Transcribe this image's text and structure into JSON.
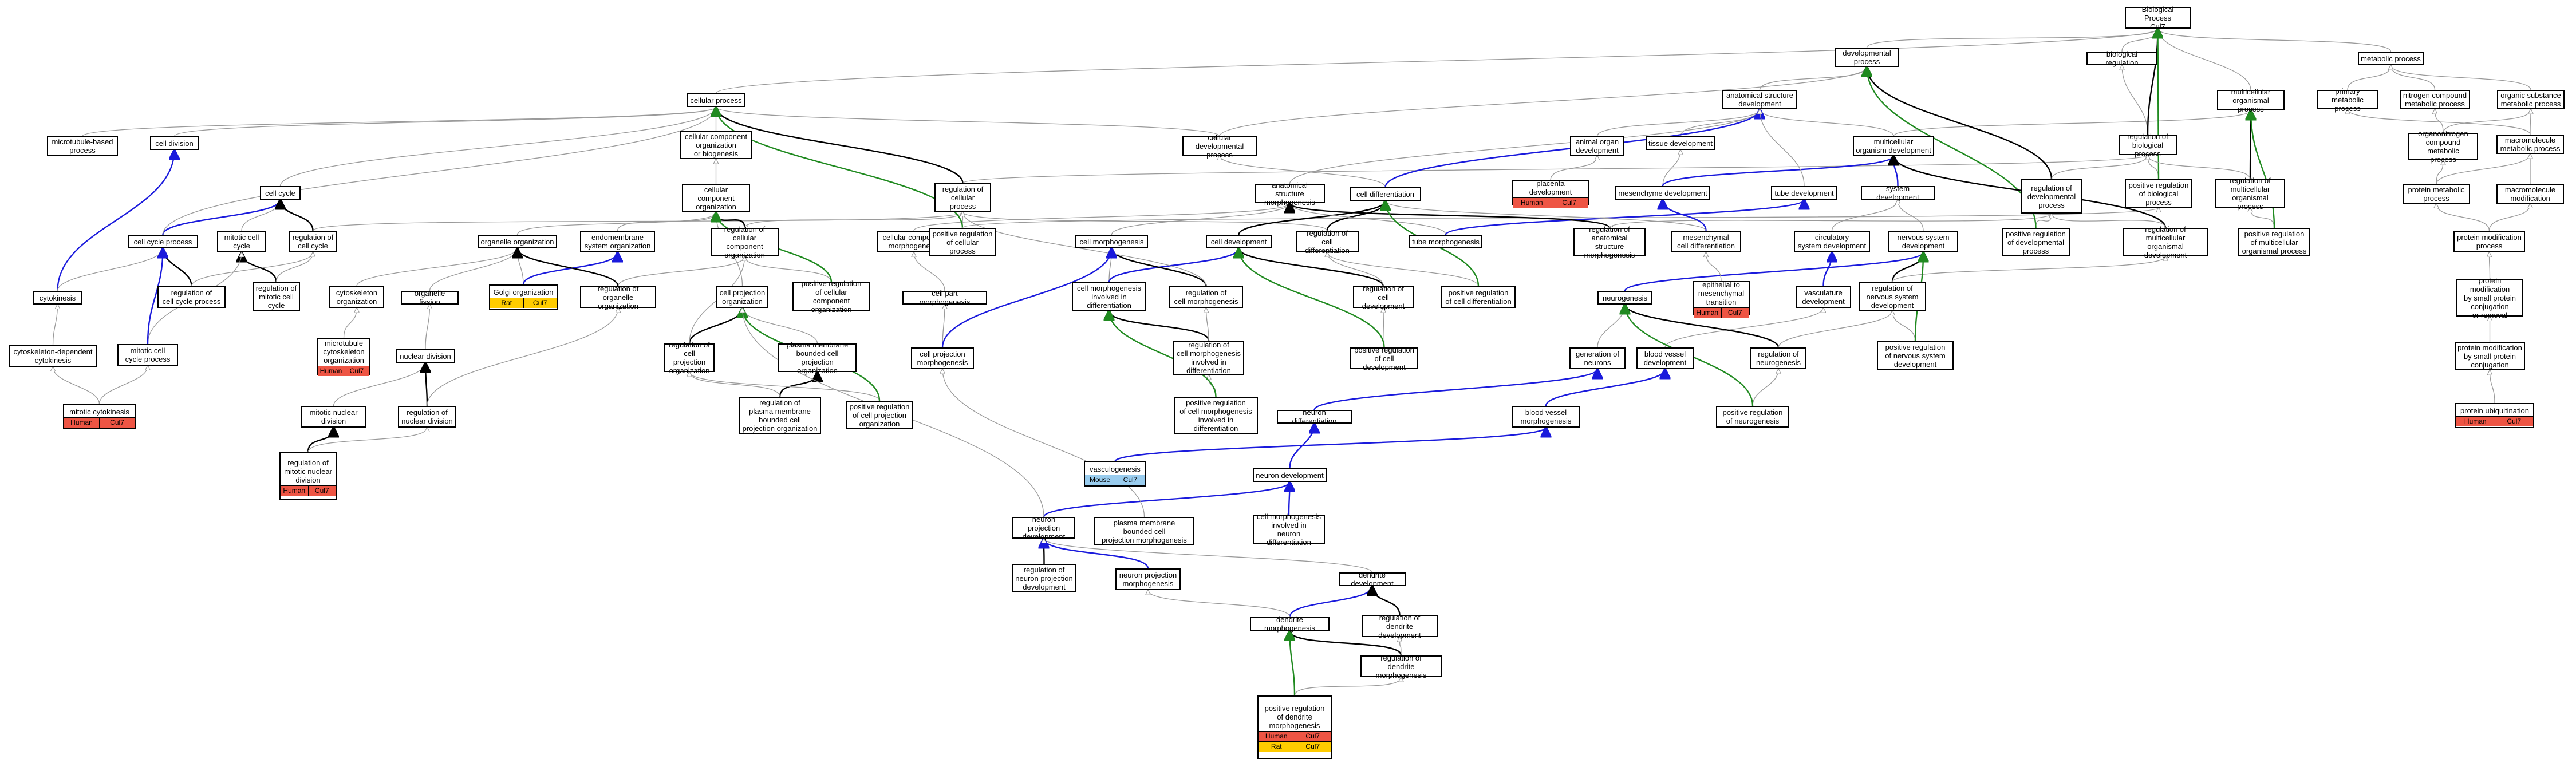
{
  "colors": {
    "edge_black": "#000000",
    "edge_gray": "#9a9a9a",
    "edge_blue": "#1a1adc",
    "edge_green": "#208a20",
    "species_red": "#ee5544",
    "species_gold": "#ffcc00",
    "species_blue": "#99ccee"
  },
  "nodes": [
    {
      "id": "bp",
      "label": "Biological Process\nCul7"
    },
    {
      "id": "devp",
      "label": "developmental\nprocess"
    },
    {
      "id": "cp",
      "label": "cellular process"
    },
    {
      "id": "breg",
      "label": "biological regulation"
    },
    {
      "id": "metp",
      "label": "metabolic process"
    },
    {
      "id": "mtbp",
      "label": "microtubule-based\nprocess"
    },
    {
      "id": "cdiv",
      "label": "cell division"
    },
    {
      "id": "ccobg",
      "label": "cellular component\norganization\nor biogenesis"
    },
    {
      "id": "asd",
      "label": "anatomical structure\ndevelopment"
    },
    {
      "id": "mop",
      "label": "multicellular\norganismal process"
    },
    {
      "id": "pmp",
      "label": "primary metabolic\nprocess"
    },
    {
      "id": "ncmp",
      "label": "nitrogen compound\nmetabolic process"
    },
    {
      "id": "osmp",
      "label": "organic substance\nmetabolic process"
    },
    {
      "id": "cdp",
      "label": "cellular developmental\nprocess"
    },
    {
      "id": "aod",
      "label": "animal organ\ndevelopment"
    },
    {
      "id": "tissd",
      "label": "tissue development"
    },
    {
      "id": "mod",
      "label": "multicellular\norganism development"
    },
    {
      "id": "rbp",
      "label": "regulation of\nbiological process"
    },
    {
      "id": "oncmp",
      "label": "organonitrogen\ncompound metabolic\nprocess"
    },
    {
      "id": "mmp",
      "label": "macromolecule\nmetabolic process"
    },
    {
      "id": "ccyc",
      "label": "cell cycle"
    },
    {
      "id": "cco",
      "label": "cellular component\norganization"
    },
    {
      "id": "rcp",
      "label": "regulation of\ncellular process"
    },
    {
      "id": "asm",
      "label": "anatomical structure\nmorphogenesis"
    },
    {
      "id": "cdiff",
      "label": "cell differentiation"
    },
    {
      "id": "pld",
      "label": "placenta development",
      "tags": [
        [
          "Human",
          "red"
        ],
        [
          "Cul7",
          "red"
        ]
      ]
    },
    {
      "id": "mesd",
      "label": "mesenchyme development"
    },
    {
      "id": "tubd",
      "label": "tube development"
    },
    {
      "id": "sysd",
      "label": "system development"
    },
    {
      "id": "rdp",
      "label": "regulation of\ndevelopmental\nprocess"
    },
    {
      "id": "prbp",
      "label": "positive regulation\nof biological\nprocess"
    },
    {
      "id": "rmop",
      "label": "regulation of\nmulticellular\norganismal process"
    },
    {
      "id": "protmp",
      "label": "protein metabolic\nprocess"
    },
    {
      "id": "macmod",
      "label": "macromolecule\nmodification"
    },
    {
      "id": "ccp",
      "label": "cell cycle process"
    },
    {
      "id": "mcc",
      "label": "mitotic cell\ncycle"
    },
    {
      "id": "rcc",
      "label": "regulation of\ncell cycle"
    },
    {
      "id": "orgo",
      "label": "organelle organization"
    },
    {
      "id": "endo",
      "label": "endomembrane\nsystem organization"
    },
    {
      "id": "rcco",
      "label": "regulation of\ncellular component\norganization"
    },
    {
      "id": "ccm",
      "label": "cellular component\nmorphogenesis"
    },
    {
      "id": "prcp",
      "label": "positive regulation\nof cellular\nprocess"
    },
    {
      "id": "cmorph",
      "label": "cell morphogenesis"
    },
    {
      "id": "cdev",
      "label": "cell development"
    },
    {
      "id": "rcd",
      "label": "regulation of\ncell differentiation"
    },
    {
      "id": "tubm",
      "label": "tube morphogenesis"
    },
    {
      "id": "rasm",
      "label": "regulation of\nanatomical structure\nmorphogenesis"
    },
    {
      "id": "mescd",
      "label": "mesenchymal\ncell differentiation"
    },
    {
      "id": "csd",
      "label": "circulatory\nsystem development"
    },
    {
      "id": "nsd",
      "label": "nervous system\ndevelopment"
    },
    {
      "id": "prdp",
      "label": "positive regulation\nof developmental\nprocess"
    },
    {
      "id": "rmod",
      "label": "regulation of\nmulticellular\norganismal development"
    },
    {
      "id": "prmop",
      "label": "positive regulation\nof multicellular\norganismal process"
    },
    {
      "id": "protmod",
      "label": "protein modification\nprocess"
    },
    {
      "id": "cytok",
      "label": "cytokinesis"
    },
    {
      "id": "rccp",
      "label": "regulation of\ncell cycle process"
    },
    {
      "id": "rmcc",
      "label": "regulation of\nmitotic cell\ncycle"
    },
    {
      "id": "cytoo",
      "label": "cytoskeleton\norganization"
    },
    {
      "id": "golgi",
      "label": "Golgi organization",
      "tags": [
        [
          "Rat",
          "gold"
        ],
        [
          "Cul7",
          "gold"
        ]
      ]
    },
    {
      "id": "ofis",
      "label": "organelle fission"
    },
    {
      "id": "roo",
      "label": "regulation of\norganelle organization"
    },
    {
      "id": "cpo",
      "label": "cell projection\norganization"
    },
    {
      "id": "prcco",
      "label": "positive regulation\nof cellular\ncomponent organization"
    },
    {
      "id": "cpm",
      "label": "cell part morphogenesis"
    },
    {
      "id": "cmid",
      "label": "cell morphogenesis\ninvolved in\ndifferentiation"
    },
    {
      "id": "rcm",
      "label": "regulation of\ncell morphogenesis"
    },
    {
      "id": "rcdev",
      "label": "regulation of\ncell development"
    },
    {
      "id": "prcd",
      "label": "positive regulation\nof cell differentiation"
    },
    {
      "id": "neurog",
      "label": "neurogenesis"
    },
    {
      "id": "emt",
      "label": "epithelial to\nmesenchymal\ntransition",
      "tags": [
        [
          "Human",
          "red"
        ],
        [
          "Cul7",
          "red"
        ]
      ]
    },
    {
      "id": "vascd",
      "label": "vasculature\ndevelopment"
    },
    {
      "id": "rnsd",
      "label": "regulation of\nnervous system\ndevelopment"
    },
    {
      "id": "prnsd",
      "label": "positive regulation\nof nervous system\ndevelopment"
    },
    {
      "id": "pmspc",
      "label": "protein modification\nby small protein\nconjugation\nor removal"
    },
    {
      "id": "cdc",
      "label": "cytoskeleton-dependent\ncytokinesis"
    },
    {
      "id": "mcpr",
      "label": "mitotic cell\ncycle process"
    },
    {
      "id": "mco",
      "label": "microtubule\ncytoskeleton\norganization",
      "tags": [
        [
          "Human",
          "red"
        ],
        [
          "Cul7",
          "red"
        ]
      ]
    },
    {
      "id": "ndiv",
      "label": "nuclear division"
    },
    {
      "id": "rcpo",
      "label": "regulation of\ncell projection\norganization"
    },
    {
      "id": "pmbcpo",
      "label": "plasma membrane\nbounded cell\nprojection organization"
    },
    {
      "id": "cpmorph",
      "label": "cell projection\nmorphogenesis"
    },
    {
      "id": "rcmid",
      "label": "regulation of\ncell morphogenesis\ninvolved in\ndifferentiation"
    },
    {
      "id": "prcdev",
      "label": "positive regulation\nof cell development"
    },
    {
      "id": "genn",
      "label": "generation of\nneurons"
    },
    {
      "id": "bvd",
      "label": "blood vessel\ndevelopment"
    },
    {
      "id": "rneurog",
      "label": "regulation of\nneurogenesis"
    },
    {
      "id": "pmspconj",
      "label": "protein modification\nby small protein\nconjugation"
    },
    {
      "id": "mcyto",
      "label": "mitotic cytokinesis",
      "tags": [
        [
          "Human",
          "red"
        ],
        [
          "Cul7",
          "red"
        ]
      ]
    },
    {
      "id": "mnd",
      "label": "mitotic nuclear\ndivision"
    },
    {
      "id": "rnd",
      "label": "regulation of\nnuclear division"
    },
    {
      "id": "rpmbcpo",
      "label": "regulation of\nplasma membrane\nbounded cell\nprojection organization"
    },
    {
      "id": "prcpo",
      "label": "positive regulation\nof cell projection\norganization"
    },
    {
      "id": "prcmid",
      "label": "positive regulation\nof cell morphogenesis\ninvolved in\ndifferentiation"
    },
    {
      "id": "ndiff",
      "label": "neuron differentiation"
    },
    {
      "id": "bvm",
      "label": "blood vessel\nmorphogenesis"
    },
    {
      "id": "prneurog",
      "label": "positive regulation\nof neurogenesis"
    },
    {
      "id": "pubiq",
      "label": "protein ubiquitination",
      "tags": [
        [
          "Human",
          "red"
        ],
        [
          "Cul7",
          "red"
        ]
      ]
    },
    {
      "id": "vascg",
      "label": "vasculogenesis",
      "tags": [
        [
          "Mouse",
          "blue"
        ],
        [
          "Cul7",
          "blue"
        ]
      ]
    },
    {
      "id": "rmnd",
      "label": "regulation of\nmitotic nuclear\ndivision",
      "tags": [
        [
          "Human",
          "red"
        ],
        [
          "Cul7",
          "red"
        ]
      ]
    },
    {
      "id": "ndev",
      "label": "neuron development"
    },
    {
      "id": "npd",
      "label": "neuron projection\ndevelopment"
    },
    {
      "id": "pmbcpm",
      "label": "plasma membrane\nbounded cell\nprojection morphogenesis"
    },
    {
      "id": "cmind",
      "label": "cell morphogenesis\ninvolved in\nneuron differentiation"
    },
    {
      "id": "rnpd",
      "label": "regulation of\nneuron projection\ndevelopment"
    },
    {
      "id": "npm",
      "label": "neuron projection\nmorphogenesis"
    },
    {
      "id": "dd",
      "label": "dendrite development"
    },
    {
      "id": "dm",
      "label": "dendrite morphogenesis"
    },
    {
      "id": "rdd",
      "label": "regulation of\ndendrite development"
    },
    {
      "id": "rdm",
      "label": "regulation of\ndendrite morphogenesis"
    },
    {
      "id": "prdm",
      "label": "positive regulation\nof dendrite\nmorphogenesis",
      "tags": [
        [
          "Human",
          "red"
        ],
        [
          "Cul7",
          "red"
        ],
        [
          "Rat",
          "gold"
        ],
        [
          "Cul7",
          "gold"
        ]
      ]
    }
  ],
  "edges": [
    [
      "devp",
      "bp",
      "gray"
    ],
    [
      "cp",
      "bp",
      "gray"
    ],
    [
      "breg",
      "bp",
      "gray"
    ],
    [
      "metp",
      "bp",
      "gray"
    ],
    [
      "mtbp",
      "cp",
      "gray"
    ],
    [
      "cdiv",
      "cp",
      "gray"
    ],
    [
      "ccobg",
      "cp",
      "gray"
    ],
    [
      "cdp",
      "cp",
      "gray"
    ],
    [
      "cdp",
      "devp",
      "gray"
    ],
    [
      "asd",
      "devp",
      "gray"
    ],
    [
      "mop",
      "bp",
      "gray"
    ],
    [
      "pmp",
      "metp",
      "gray"
    ],
    [
      "ncmp",
      "metp",
      "gray"
    ],
    [
      "osmp",
      "metp",
      "gray"
    ],
    [
      "aod",
      "asd",
      "gray"
    ],
    [
      "tissd",
      "asd",
      "gray"
    ],
    [
      "mod",
      "mop",
      "gray"
    ],
    [
      "mod",
      "asd",
      "gray"
    ],
    [
      "rbp",
      "breg",
      "gray"
    ],
    [
      "rbp",
      "bp",
      "black"
    ],
    [
      "oncmp",
      "ncmp",
      "gray"
    ],
    [
      "oncmp",
      "osmp",
      "gray"
    ],
    [
      "mmp",
      "osmp",
      "gray"
    ],
    [
      "mmp",
      "pmp",
      "gray"
    ],
    [
      "ccyc",
      "cp",
      "gray"
    ],
    [
      "cco",
      "ccobg",
      "gray"
    ],
    [
      "rcp",
      "cp",
      "black"
    ],
    [
      "rcp",
      "rbp",
      "gray"
    ],
    [
      "asm",
      "asd",
      "gray"
    ],
    [
      "cdiff",
      "cdp",
      "gray"
    ],
    [
      "cdiff",
      "asd",
      "blue"
    ],
    [
      "pld",
      "aod",
      "gray"
    ],
    [
      "mesd",
      "tissd",
      "gray"
    ],
    [
      "mesd",
      "mod",
      "blue"
    ],
    [
      "tubd",
      "asd",
      "gray"
    ],
    [
      "sysd",
      "mod",
      "blue"
    ],
    [
      "rdp",
      "devp",
      "black"
    ],
    [
      "rdp",
      "rbp",
      "gray"
    ],
    [
      "prbp",
      "rbp",
      "gray"
    ],
    [
      "prbp",
      "bp",
      "green"
    ],
    [
      "rmop",
      "mop",
      "black"
    ],
    [
      "rmop",
      "rbp",
      "gray"
    ],
    [
      "protmp",
      "mmp",
      "gray"
    ],
    [
      "protmp",
      "oncmp",
      "gray"
    ],
    [
      "macmod",
      "mmp",
      "gray"
    ],
    [
      "ccp",
      "ccyc",
      "blue"
    ],
    [
      "ccp",
      "cp",
      "gray"
    ],
    [
      "mcc",
      "ccyc",
      "gray"
    ],
    [
      "rcc",
      "ccyc",
      "black"
    ],
    [
      "rcc",
      "rcp",
      "gray"
    ],
    [
      "orgo",
      "cco",
      "gray"
    ],
    [
      "endo",
      "cco",
      "gray"
    ],
    [
      "rcco",
      "cco",
      "black"
    ],
    [
      "rcco",
      "rcp",
      "gray"
    ],
    [
      "ccm",
      "asm",
      "gray"
    ],
    [
      "prcp",
      "rcp",
      "gray"
    ],
    [
      "prcp",
      "cp",
      "green"
    ],
    [
      "prcp",
      "prbp",
      "gray"
    ],
    [
      "cmorph",
      "asm",
      "gray"
    ],
    [
      "cdev",
      "cdiff",
      "black"
    ],
    [
      "rcd",
      "cdiff",
      "black"
    ],
    [
      "rcd",
      "rcp",
      "gray"
    ],
    [
      "tubm",
      "asm",
      "gray"
    ],
    [
      "tubm",
      "tubd",
      "blue"
    ],
    [
      "rasm",
      "asm",
      "black"
    ],
    [
      "rasm",
      "rdp",
      "gray"
    ],
    [
      "mescd",
      "mesd",
      "blue"
    ],
    [
      "mescd",
      "cdiff",
      "gray"
    ],
    [
      "csd",
      "sysd",
      "gray"
    ],
    [
      "nsd",
      "sysd",
      "gray"
    ],
    [
      "prdp",
      "rdp",
      "gray"
    ],
    [
      "prdp",
      "devp",
      "green"
    ],
    [
      "rmod",
      "mod",
      "black"
    ],
    [
      "rmod",
      "rdp",
      "gray"
    ],
    [
      "prmop",
      "rmop",
      "gray"
    ],
    [
      "prmop",
      "mop",
      "green"
    ],
    [
      "protmod",
      "macmod",
      "gray"
    ],
    [
      "protmod",
      "protmp",
      "gray"
    ],
    [
      "cytok",
      "cdiv",
      "blue"
    ],
    [
      "cytok",
      "ccp",
      "gray"
    ],
    [
      "rccp",
      "ccp",
      "black"
    ],
    [
      "rccp",
      "rcc",
      "gray"
    ],
    [
      "rmcc",
      "mcc",
      "black"
    ],
    [
      "rmcc",
      "rcc",
      "gray"
    ],
    [
      "cytoo",
      "orgo",
      "gray"
    ],
    [
      "golgi",
      "orgo",
      "gray"
    ],
    [
      "golgi",
      "endo",
      "blue"
    ],
    [
      "ofis",
      "orgo",
      "gray"
    ],
    [
      "roo",
      "orgo",
      "black"
    ],
    [
      "roo",
      "rcco",
      "gray"
    ],
    [
      "cpo",
      "cco",
      "gray"
    ],
    [
      "prcco",
      "rcco",
      "gray"
    ],
    [
      "prcco",
      "cco",
      "green"
    ],
    [
      "cpm",
      "ccm",
      "gray"
    ],
    [
      "cmid",
      "cmorph",
      "gray"
    ],
    [
      "cmid",
      "cdev",
      "blue"
    ],
    [
      "rcm",
      "cmorph",
      "black"
    ],
    [
      "rcm",
      "rcp",
      "gray"
    ],
    [
      "rcdev",
      "cdev",
      "black"
    ],
    [
      "rcdev",
      "rcd",
      "gray"
    ],
    [
      "prcd",
      "rcd",
      "gray"
    ],
    [
      "prcd",
      "cdiff",
      "green"
    ],
    [
      "neurog",
      "nsd",
      "blue"
    ],
    [
      "emt",
      "mescd",
      "gray"
    ],
    [
      "vascd",
      "csd",
      "blue"
    ],
    [
      "rnsd",
      "nsd",
      "black"
    ],
    [
      "rnsd",
      "rmod",
      "gray"
    ],
    [
      "prnsd",
      "rnsd",
      "gray"
    ],
    [
      "prnsd",
      "nsd",
      "green"
    ],
    [
      "pmspc",
      "protmod",
      "gray"
    ],
    [
      "cdc",
      "cytok",
      "gray"
    ],
    [
      "mcpr",
      "mcc",
      "gray"
    ],
    [
      "mcpr",
      "ccp",
      "blue"
    ],
    [
      "mco",
      "cytoo",
      "gray"
    ],
    [
      "ndiv",
      "ofis",
      "gray"
    ],
    [
      "rcpo",
      "cpo",
      "black"
    ],
    [
      "rcpo",
      "rcco",
      "gray"
    ],
    [
      "pmbcpo",
      "cpo",
      "gray"
    ],
    [
      "cpmorph",
      "cpm",
      "gray"
    ],
    [
      "cpmorph",
      "cmorph",
      "blue"
    ],
    [
      "rcmid",
      "cmid",
      "black"
    ],
    [
      "rcmid",
      "rcm",
      "gray"
    ],
    [
      "prcdev",
      "rcdev",
      "gray"
    ],
    [
      "prcdev",
      "cdev",
      "green"
    ],
    [
      "genn",
      "neurog",
      "gray"
    ],
    [
      "bvd",
      "vascd",
      "gray"
    ],
    [
      "rneurog",
      "neurog",
      "black"
    ],
    [
      "rneurog",
      "rnsd",
      "gray"
    ],
    [
      "pmspconj",
      "pmspc",
      "gray"
    ],
    [
      "mcyto",
      "cdc",
      "gray"
    ],
    [
      "mcyto",
      "mcpr",
      "gray"
    ],
    [
      "mnd",
      "ndiv",
      "gray"
    ],
    [
      "rnd",
      "ndiv",
      "black"
    ],
    [
      "rnd",
      "roo",
      "gray"
    ],
    [
      "rpmbcpo",
      "pmbcpo",
      "black"
    ],
    [
      "rpmbcpo",
      "rcpo",
      "gray"
    ],
    [
      "prcpo",
      "rcpo",
      "gray"
    ],
    [
      "prcpo",
      "cpo",
      "green"
    ],
    [
      "prcmid",
      "rcmid",
      "gray"
    ],
    [
      "prcmid",
      "cmid",
      "green"
    ],
    [
      "ndiff",
      "genn",
      "blue"
    ],
    [
      "bvm",
      "bvd",
      "blue"
    ],
    [
      "prneurog",
      "rneurog",
      "gray"
    ],
    [
      "prneurog",
      "neurog",
      "green"
    ],
    [
      "pubiq",
      "pmspconj",
      "gray"
    ],
    [
      "vascg",
      "bvm",
      "blue"
    ],
    [
      "rmnd",
      "mnd",
      "black"
    ],
    [
      "rmnd",
      "rnd",
      "gray"
    ],
    [
      "ndev",
      "ndiff",
      "blue"
    ],
    [
      "npd",
      "ndev",
      "blue"
    ],
    [
      "npd",
      "cpo",
      "gray"
    ],
    [
      "pmbcpm",
      "cpmorph",
      "gray"
    ],
    [
      "cmind",
      "ndev",
      "blue"
    ],
    [
      "rnpd",
      "npd",
      "black"
    ],
    [
      "npm",
      "npd",
      "blue"
    ],
    [
      "dd",
      "npd",
      "gray"
    ],
    [
      "dm",
      "dd",
      "blue"
    ],
    [
      "dm",
      "npm",
      "gray"
    ],
    [
      "rdd",
      "dd",
      "black"
    ],
    [
      "rdm",
      "dm",
      "black"
    ],
    [
      "rdm",
      "rdd",
      "gray"
    ],
    [
      "prdm",
      "rdm",
      "gray"
    ],
    [
      "prdm",
      "dm",
      "green"
    ]
  ]
}
